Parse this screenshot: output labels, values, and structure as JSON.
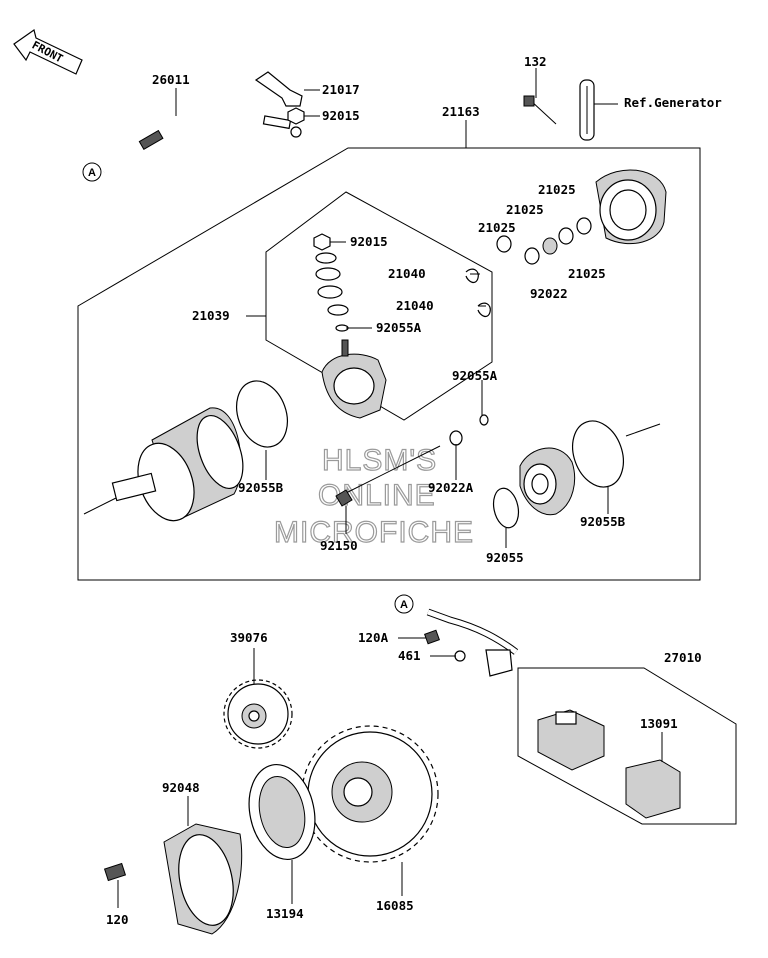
{
  "orientation": {
    "label": "FRONT",
    "icon": "front-arrow-icon"
  },
  "watermark": {
    "lines": [
      "HLSM'S",
      "ONLINE",
      "MICROFICHE"
    ]
  },
  "ref_markers": {
    "a_top": "A",
    "a_bottom": "A"
  },
  "parts": {
    "p26011": "26011",
    "p21017": "21017",
    "p92015_top": "92015",
    "p21163": "21163",
    "p132": "132",
    "ref_generator": "Ref.Generator",
    "p92015_mid": "92015",
    "p21025_a": "21025",
    "p21025_b": "21025",
    "p21025_c": "21025",
    "p21025_d": "21025",
    "p21040_a": "21040",
    "p21040_b": "21040",
    "p92022": "92022",
    "p21039": "21039",
    "p92055A_a": "92055A",
    "p92055A_b": "92055A",
    "p92055B_a": "92055B",
    "p92022A": "92022A",
    "p92055B_b": "92055B",
    "p92150": "92150",
    "p92055": "92055",
    "p120A": "120A",
    "p461": "461",
    "p27010": "27010",
    "p39076": "39076",
    "p13091": "13091",
    "p92048": "92048",
    "p120": "120",
    "p13194": "13194",
    "p16085": "16085"
  }
}
